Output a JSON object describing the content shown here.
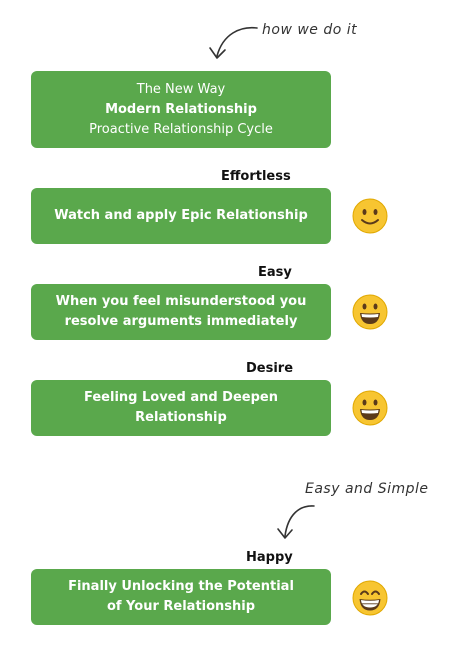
{
  "annotations": {
    "top_note": "how we do it",
    "bottom_note": "Easy and Simple"
  },
  "header_card": {
    "line1": "The New Way",
    "line2": "Modern Relationship",
    "line3": "Proactive Relationship Cycle"
  },
  "steps": [
    {
      "label": "Effortless",
      "lines": [
        "Watch and apply Epic Relationship"
      ],
      "emoji": "slightly-smiling-face-icon"
    },
    {
      "label": "Easy",
      "lines": [
        "When you feel misunderstood you",
        "resolve arguments immediately"
      ],
      "emoji": "grinning-face-icon"
    },
    {
      "label": "Desire",
      "lines": [
        "Feeling Loved and Deepen Relationship"
      ],
      "emoji": "grinning-face-icon"
    },
    {
      "label": "Happy",
      "lines": [
        "Finally Unlocking the Potential",
        "of Your Relationship"
      ],
      "emoji": "beaming-face-icon"
    }
  ],
  "colors": {
    "card_green": "#5aa84c",
    "emoji_yellow": "#f7c531"
  }
}
